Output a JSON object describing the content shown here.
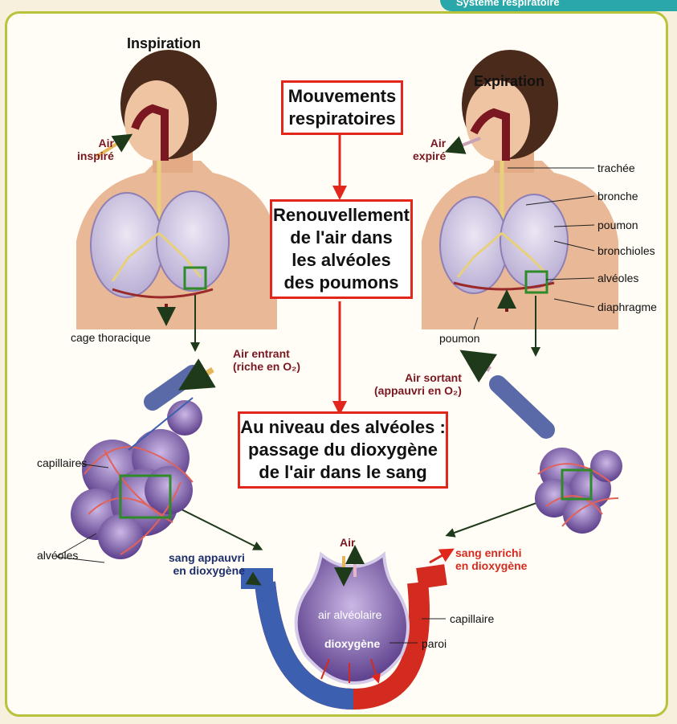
{
  "corner_tab": "Système respiratoire",
  "panels": {
    "inspiration_title": "Inspiration",
    "expiration_title": "Expiration"
  },
  "boxes": {
    "box1": [
      "Mouvements",
      "respiratoires"
    ],
    "box2": [
      "Renouvellement",
      "de l'air dans",
      "les alvéoles",
      "des poumons"
    ],
    "box3": [
      "Au niveau des alvéoles :",
      "passage du dioxygène",
      "de l'air dans le sang"
    ]
  },
  "inspiration": {
    "air_label": [
      "Air",
      "inspiré"
    ],
    "cage_label": "cage thoracique"
  },
  "expiration": {
    "air_label": [
      "Air",
      "expiré"
    ],
    "poumon_label": "poumon",
    "organ_labels": [
      "trachée",
      "bronche",
      "poumon",
      "bronchioles",
      "alvéoles",
      "diaphragme"
    ]
  },
  "alveoli_left": {
    "air_in": [
      "Air entrant",
      "(riche en O₂)"
    ],
    "capillaires": "capillaires",
    "alveoles": "alvéoles"
  },
  "alveoli_right": {
    "air_out": [
      "Air sortant",
      "(appauvri en O₂)"
    ]
  },
  "bottom": {
    "air": "Air",
    "blood_in": [
      "sang appauvri",
      "en dioxygène"
    ],
    "blood_out": [
      "sang enrichi",
      "en dioxygène"
    ],
    "alveolar_air": "air alvéolaire",
    "oxygen": "dioxygène",
    "capillaire": "capillaire",
    "paroi": "paroi"
  },
  "colors": {
    "box_border": "#e1261c",
    "arrow_green": "#2f6b2a",
    "blood_poor": "#3d5fb0",
    "blood_rich": "#d42b20",
    "skin": "#e9b896",
    "hair": "#4a2a1a",
    "alveolus": "#7e5fa6",
    "frame": "#b8c23a"
  }
}
